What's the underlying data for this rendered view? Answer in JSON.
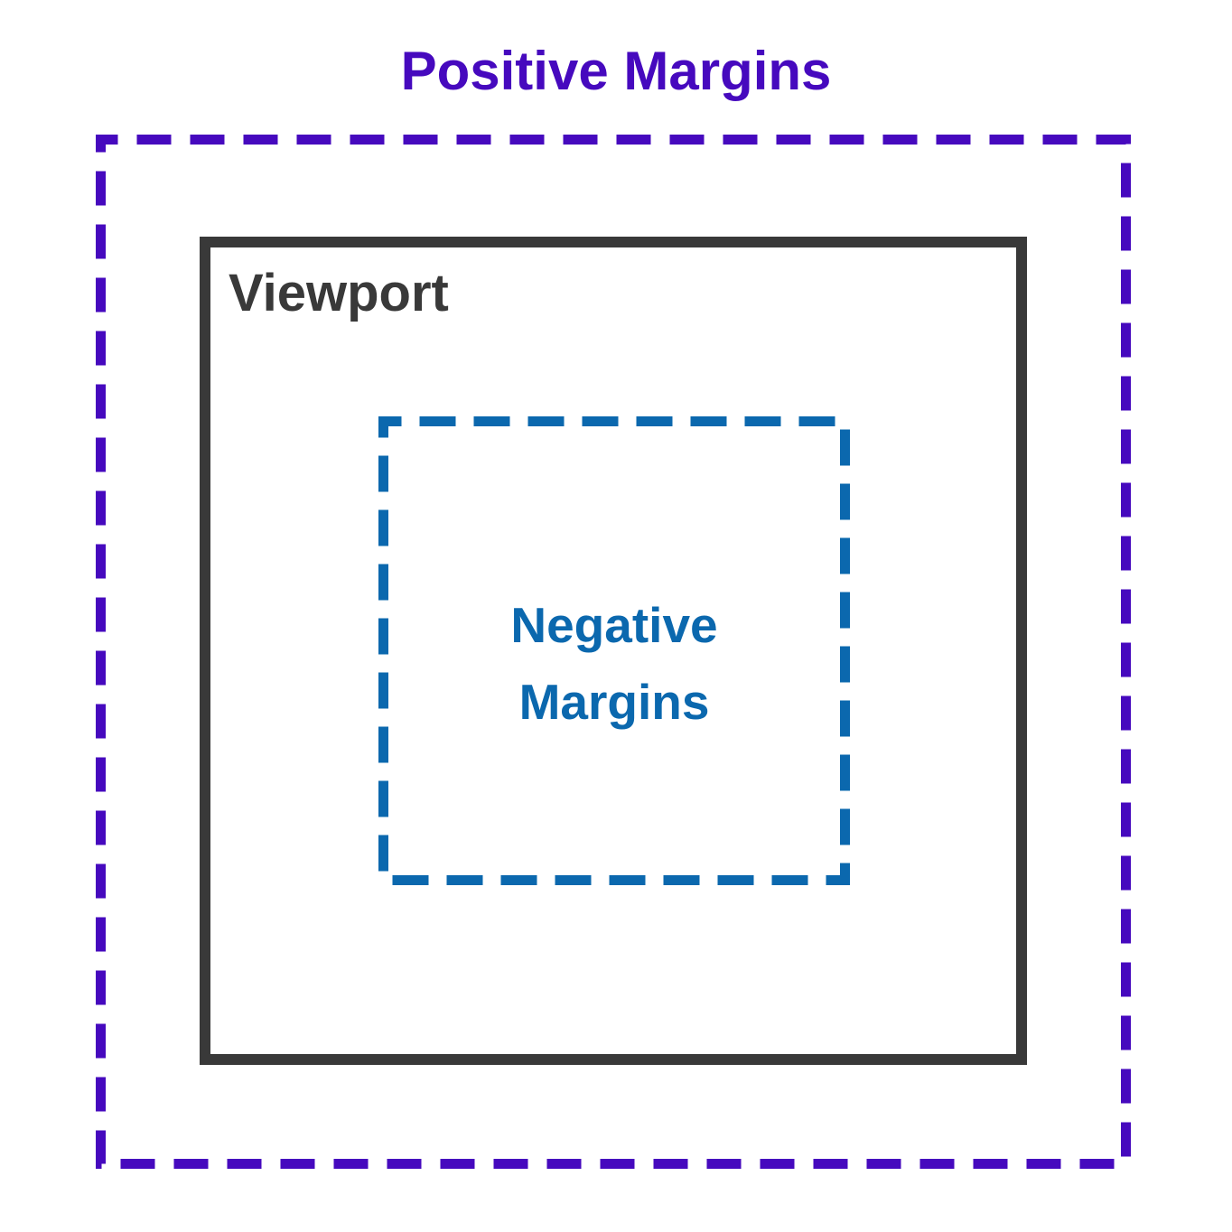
{
  "labels": {
    "positive_margins": "Positive Margins",
    "viewport": "Viewport",
    "negative_margins_line1": "Negative",
    "negative_margins_line2": "Margins"
  },
  "colors": {
    "positive_purple": "#4609BE",
    "viewport_gray": "#393939",
    "negative_blue": "#0B68AE",
    "background": "#FFFFFF"
  }
}
